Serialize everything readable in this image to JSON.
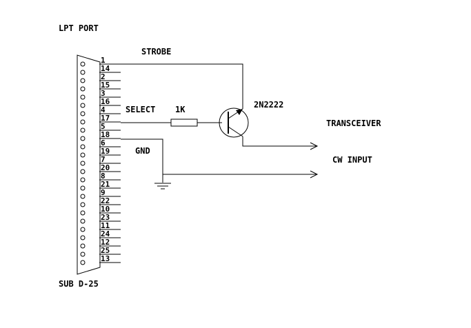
{
  "labels": {
    "port_title": "LPT PORT",
    "connector_name": "SUB D-25",
    "strobe": "STROBE",
    "select": "SELECT",
    "resistor": "1K",
    "transistor": "2N2222",
    "gnd": "GND",
    "transceiver": "TRANSCEIVER",
    "cw_input": "CW INPUT"
  },
  "pins": {
    "top_row": [
      "1",
      "2",
      "3",
      "4",
      "5",
      "6",
      "7",
      "8",
      "9",
      "10",
      "11",
      "12",
      "13"
    ],
    "bottom_row": [
      "14",
      "15",
      "16",
      "17",
      "18",
      "19",
      "20",
      "21",
      "22",
      "23",
      "24",
      "25"
    ]
  }
}
